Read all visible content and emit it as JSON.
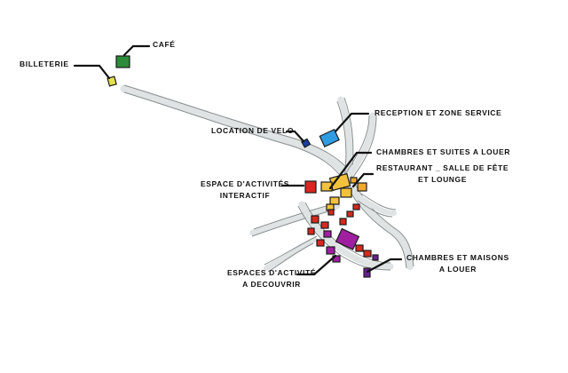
{
  "labels": {
    "cafe": "Café",
    "billeterie": "Billeterie",
    "location_velo": "Location de velo",
    "reception": "Reception et Zone Service",
    "chambres_suites_line1": "Chambres et Suites a louer",
    "restaurant_line1": "Restaurant _ Salle de fête",
    "restaurant_line2": "et Lounge",
    "espace_interactif_line1": "Espace d'activités",
    "espace_interactif_line2": "interactif",
    "espaces_decouvrir_line1": "Espaces d'activité",
    "espaces_decouvrir_line2": "a decouvrir",
    "chambres_maisons_line1": "Chambres et Maisons",
    "chambres_maisons_line2": "a louer"
  },
  "colors": {
    "cafe": "#2e8b3a",
    "billeterie": "#e6e34a",
    "location_velo": "#1a3f9c",
    "reception": "#2f9be0",
    "chambres_suites": "#f3c23c",
    "restaurant": "#f0a830",
    "espace_interactif": "#d8281f",
    "espaces_decouvrir": "#a01fa0",
    "chambres_maisons": "#6a1f8f",
    "road": "#dfe3e3"
  }
}
